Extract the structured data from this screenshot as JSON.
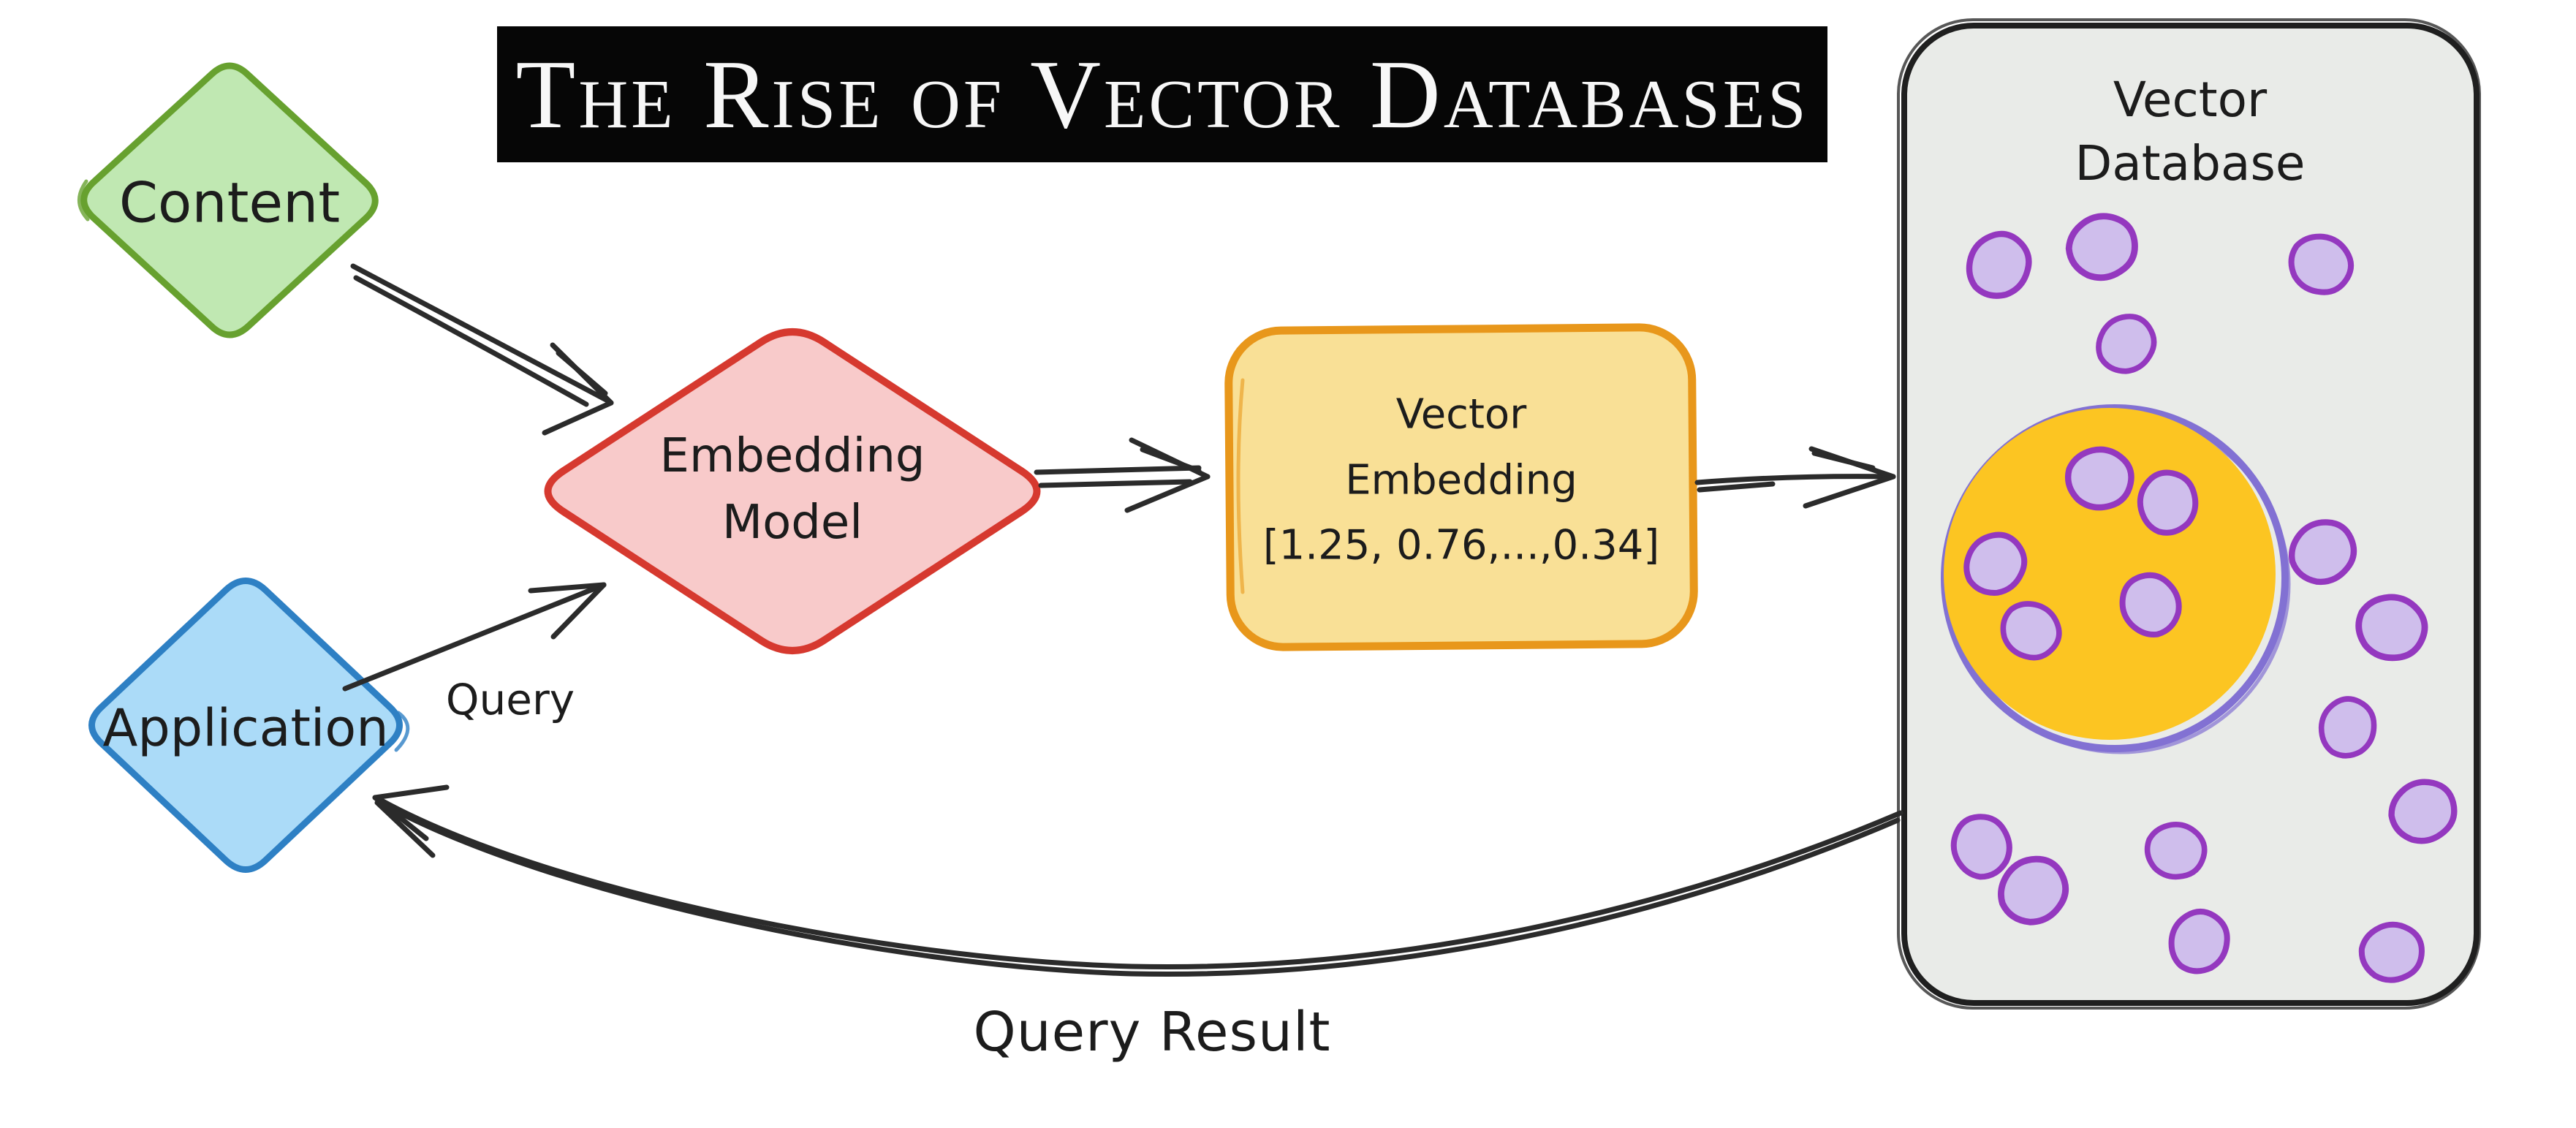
{
  "title": {
    "text": "The Rise of Vector Databases",
    "bg": "#060606",
    "fg": "#f7f7f7"
  },
  "nodes": {
    "content": {
      "label": "Content",
      "fill": "#c0e8b2",
      "border": "#67a12f"
    },
    "application": {
      "label": "Application",
      "fill": "#abdbf8",
      "border": "#2e80c4"
    },
    "embedding_model": {
      "label": "Embedding\nModel",
      "fill": "#f8caca",
      "border": "#d6392f"
    },
    "vector_embedding": {
      "label": "Vector\nEmbedding\n[1.25, 0.76,...,0.34]",
      "fill": "#f9e096",
      "border": "#e8971b"
    },
    "vector_database": {
      "label": "Vector\nDatabase",
      "fill": "#e9ebe8",
      "border": "#1f1f1f"
    }
  },
  "annotations": {
    "query": "Query",
    "query_result": "Query Result"
  },
  "cluster": {
    "fill": "#fcc522",
    "outline": "#8271d3"
  },
  "vector_points": {
    "fill": "#cfbeec",
    "outline": "#9438bf"
  },
  "arrow_color": "#2b2b2b"
}
